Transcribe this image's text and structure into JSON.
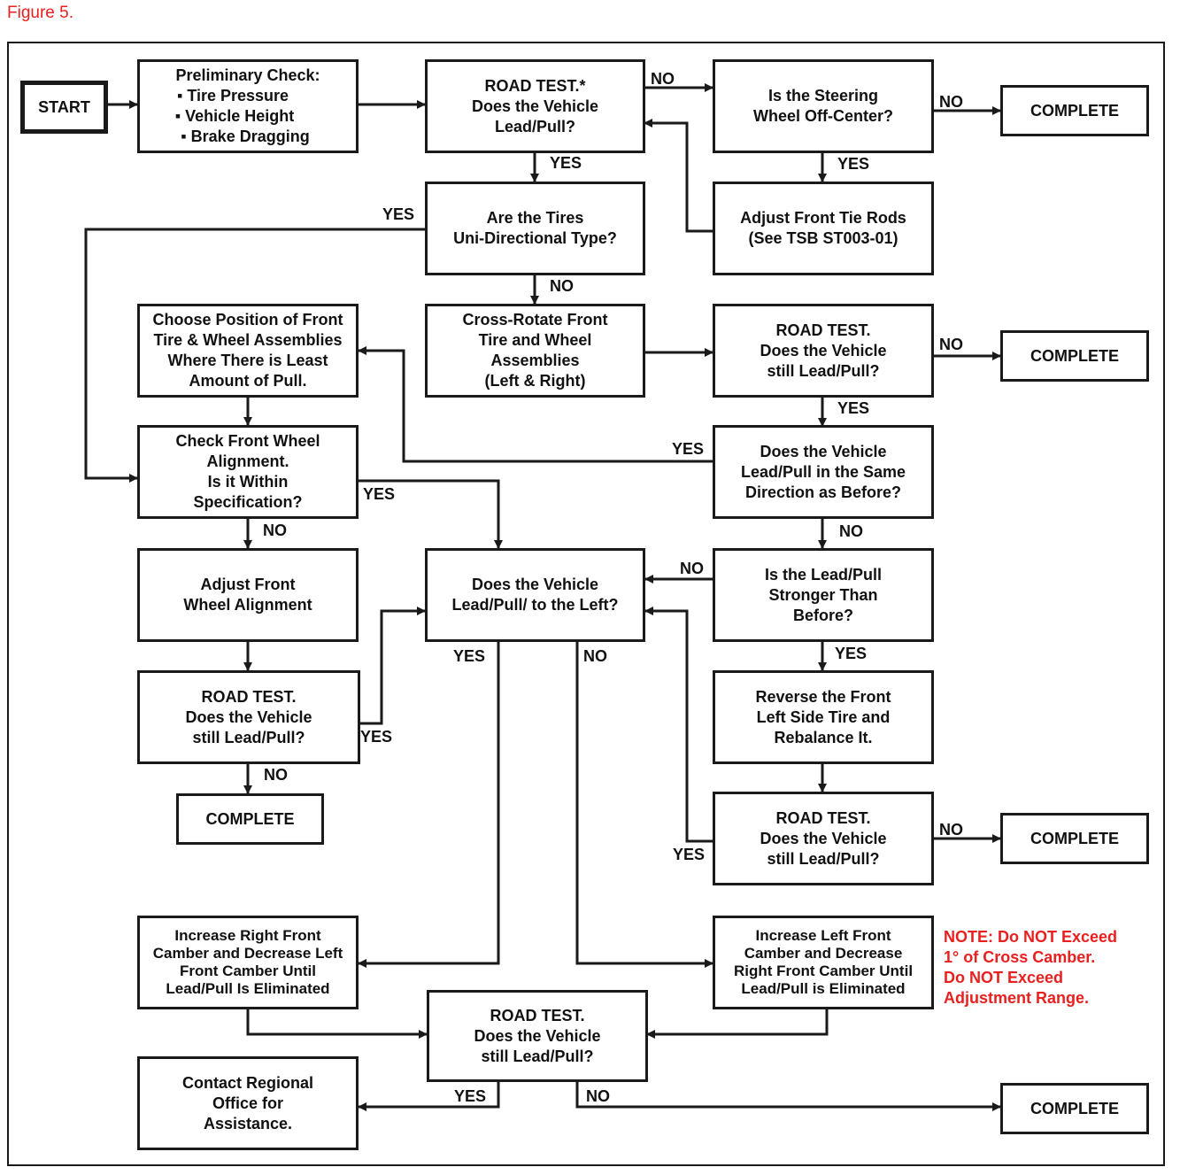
{
  "figure_title": "Figure 5.",
  "nodes": {
    "start": [
      "START"
    ],
    "prelim": [
      "Preliminary Check:",
      "▪ Tire Pressure",
      "▪ Vehicle Height",
      "▪ Brake Dragging"
    ],
    "road1": [
      "ROAD TEST.*",
      "Does the Vehicle",
      "Lead/Pull?"
    ],
    "steer": [
      "Is the Steering",
      "Wheel Off-Center?"
    ],
    "complete1": [
      "COMPLETE"
    ],
    "tires": [
      "Are the Tires",
      "Uni-Directional Type?"
    ],
    "tierods": [
      "Adjust Front Tie Rods",
      "(See TSB ST003-01)"
    ],
    "crossrot": [
      "Cross-Rotate Front",
      "Tire and Wheel",
      "Assemblies",
      "(Left & Right)"
    ],
    "road2": [
      "ROAD TEST.",
      "Does the Vehicle",
      "still Lead/Pull?"
    ],
    "complete2": [
      "COMPLETE"
    ],
    "choose": [
      "Choose Position of Front",
      "Tire & Wheel Assemblies",
      "Where There is Least",
      "Amount of Pull."
    ],
    "checkalign": [
      "Check Front Wheel",
      "Alignment.",
      "Is it Within",
      "Specification?"
    ],
    "samedir": [
      "Does the Vehicle",
      "Lead/Pull in the Same",
      "Direction as Before?"
    ],
    "adjustalign": [
      "Adjust Front",
      "Wheel Alignment"
    ],
    "leftpull": [
      "Does the Vehicle",
      "Lead/Pull/ to the Left?"
    ],
    "stronger": [
      "Is the Lead/Pull",
      "Stronger Than",
      "Before?"
    ],
    "road3": [
      "ROAD TEST.",
      "Does the Vehicle",
      "still Lead/Pull?"
    ],
    "reverse": [
      "Reverse the Front",
      "Left Side Tire and",
      "Rebalance It."
    ],
    "complete3": [
      "COMPLETE"
    ],
    "road4": [
      "ROAD TEST.",
      "Does the Vehicle",
      "still Lead/Pull?"
    ],
    "complete4": [
      "COMPLETE"
    ],
    "incright": [
      "Increase Right Front",
      "Camber and Decrease Left",
      "Front Camber Until",
      "Lead/Pull Is Eliminated"
    ],
    "incleft": [
      "Increase Left Front",
      "Camber and Decrease",
      "Right Front Camber Until",
      "Lead/Pull is Eliminated"
    ],
    "road5": [
      "ROAD TEST.",
      "Does the Vehicle",
      "still Lead/Pull?"
    ],
    "contact": [
      "Contact Regional",
      "Office for",
      "Assistance."
    ],
    "complete5": [
      "COMPLETE"
    ]
  },
  "edge_labels": {
    "road1_no": "NO",
    "steer_no": "NO",
    "road1_yes": "YES",
    "steer_yes": "YES",
    "tires_yes": "YES",
    "tires_no": "NO",
    "road2_no": "NO",
    "road2_yes": "YES",
    "samedir_yes": "YES",
    "checkalign_yes": "YES",
    "checkalign_no": "NO",
    "samedir_no": "NO",
    "stronger_no": "NO",
    "leftpull_yes": "YES",
    "leftpull_no": "NO",
    "stronger_yes": "YES",
    "road3_yes": "YES",
    "road3_no": "NO",
    "road4_yes": "YES",
    "road4_no": "NO",
    "road5_yes": "YES",
    "road5_no": "NO"
  },
  "note": [
    "NOTE: Do NOT Exceed",
    "1° of Cross Camber.",
    "Do NOT Exceed",
    "Adjustment Range."
  ],
  "colors": {
    "accent_red": "#e8201f",
    "line": "#1a1a1a"
  }
}
